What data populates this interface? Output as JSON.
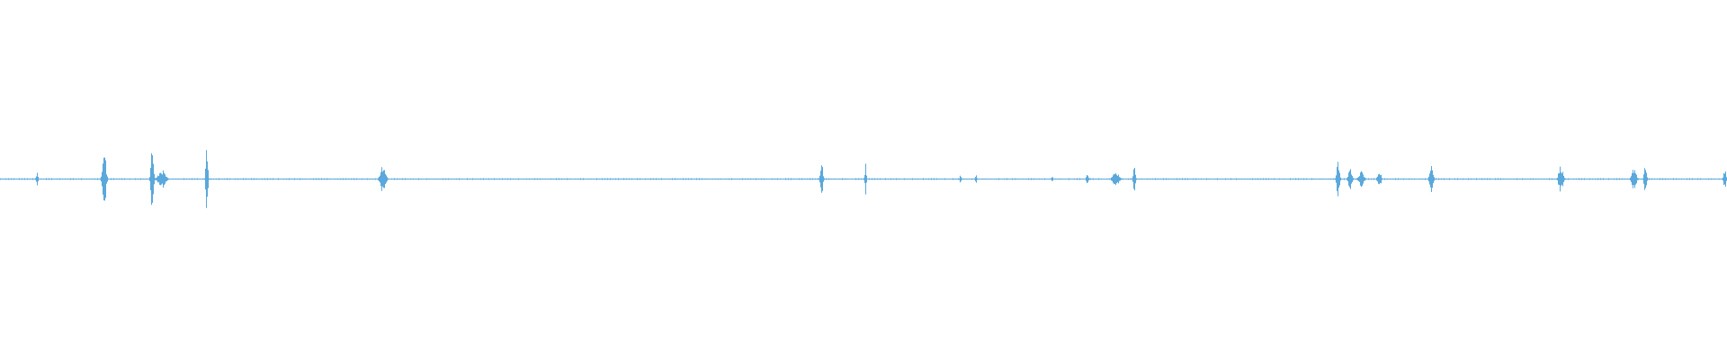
{
  "waveform": {
    "color": "#5aa8dc",
    "background": "#ffffff",
    "baseline_amplitude": 0.01,
    "bursts": [
      {
        "t": 0.0212,
        "amp": 0.1,
        "dur": 0.001
      },
      {
        "t": 0.0601,
        "amp": 0.42,
        "dur": 0.002
      },
      {
        "t": 0.088,
        "amp": 0.45,
        "dur": 0.0016
      },
      {
        "t": 0.0935,
        "amp": 0.12,
        "dur": 0.004
      },
      {
        "t": 0.1195,
        "amp": 0.55,
        "dur": 0.0012
      },
      {
        "t": 0.2215,
        "amp": 0.2,
        "dur": 0.003
      },
      {
        "t": 0.4755,
        "amp": 0.22,
        "dur": 0.0016
      },
      {
        "t": 0.501,
        "amp": 0.2,
        "dur": 0.001
      },
      {
        "t": 0.556,
        "amp": 0.06,
        "dur": 0.001
      },
      {
        "t": 0.565,
        "amp": 0.06,
        "dur": 0.001
      },
      {
        "t": 0.609,
        "amp": 0.05,
        "dur": 0.001
      },
      {
        "t": 0.6295,
        "amp": 0.06,
        "dur": 0.0016
      },
      {
        "t": 0.646,
        "amp": 0.09,
        "dur": 0.004
      },
      {
        "t": 0.6565,
        "amp": 0.2,
        "dur": 0.0012
      },
      {
        "t": 0.7745,
        "amp": 0.3,
        "dur": 0.0016
      },
      {
        "t": 0.7815,
        "amp": 0.16,
        "dur": 0.002
      },
      {
        "t": 0.788,
        "amp": 0.1,
        "dur": 0.003
      },
      {
        "t": 0.7985,
        "amp": 0.12,
        "dur": 0.002
      },
      {
        "t": 0.8285,
        "amp": 0.22,
        "dur": 0.002
      },
      {
        "t": 0.9035,
        "amp": 0.18,
        "dur": 0.0025
      },
      {
        "t": 0.946,
        "amp": 0.16,
        "dur": 0.0025
      },
      {
        "t": 0.9525,
        "amp": 0.18,
        "dur": 0.0015
      },
      {
        "t": 0.9985,
        "amp": 0.14,
        "dur": 0.0015
      }
    ]
  }
}
